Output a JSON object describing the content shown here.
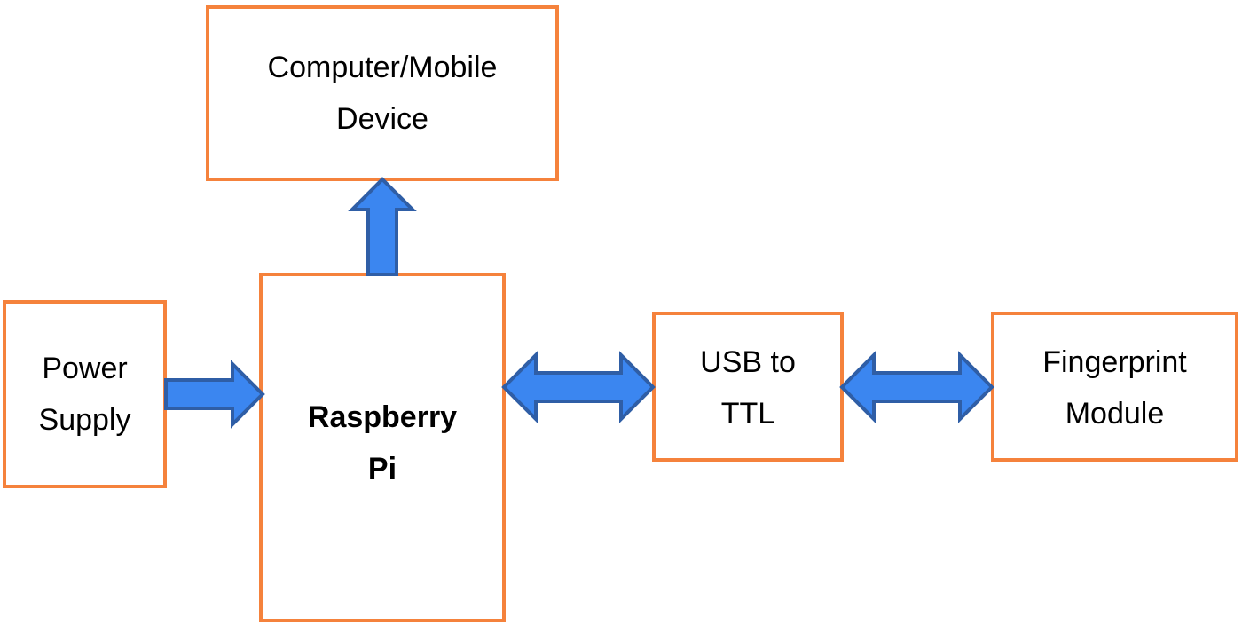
{
  "diagram": {
    "nodes": {
      "computer": {
        "label": "Computer/Mobile\nDevice"
      },
      "power": {
        "label": "Power\nSupply"
      },
      "rpi": {
        "label": "Raspberry\nPi"
      },
      "usb_ttl": {
        "label": "USB to\nTTL"
      },
      "fingerprint": {
        "label": "Fingerprint\nModule"
      }
    },
    "edges": [
      {
        "from": "power",
        "to": "rpi",
        "direction": "one-way"
      },
      {
        "from": "rpi",
        "to": "computer",
        "direction": "one-way"
      },
      {
        "from": "rpi",
        "to": "usb_ttl",
        "direction": "two-way"
      },
      {
        "from": "usb_ttl",
        "to": "fingerprint",
        "direction": "two-way"
      }
    ],
    "colors": {
      "box_border": "#f5823c",
      "arrow_fill": "#3b86f0",
      "arrow_stroke": "#2f5ea6"
    }
  }
}
